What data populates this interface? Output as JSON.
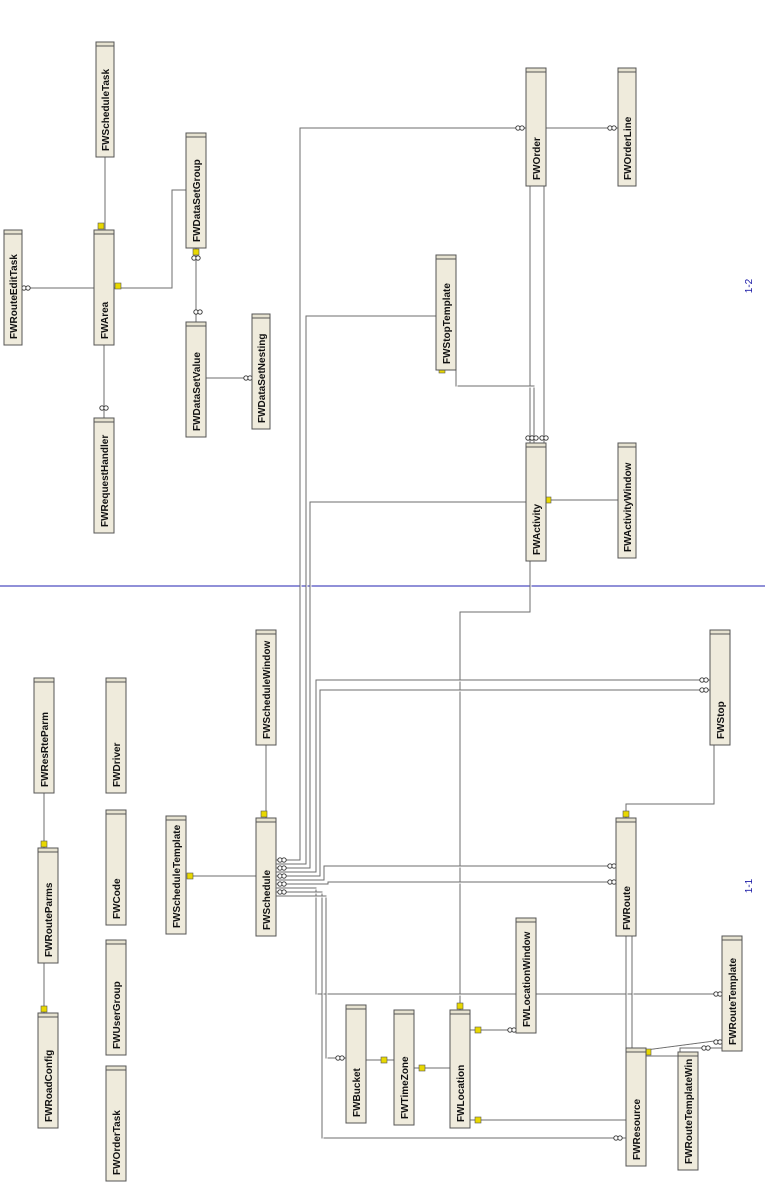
{
  "pages": {
    "left": "1-2",
    "right": "1-1"
  },
  "tables": [
    "FWScheduleTask",
    "FWRouteEditTask",
    "FWArea",
    "FWDataSetGroup",
    "FWRequestHandler",
    "FWDataSetValue",
    "FWDataSetNesting",
    "FWOrder",
    "FWOrderLine",
    "FWStopTemplate",
    "FWActivity",
    "FWActivityWindow",
    "FWResRteParm",
    "FWDriver",
    "FWScheduleWindow",
    "FWStop",
    "FWRouteParms",
    "FWCode",
    "FWScheduleTemplate",
    "FWSchedule",
    "FWRoute",
    "FWUserGroup",
    "FWLocationWindow",
    "FWRouteTemplate",
    "FWRoadConfig",
    "FWBucket",
    "FWTimeZone",
    "FWLocation",
    "FWResource",
    "FWOrderTask",
    "FWRouteTemplateWin"
  ]
}
